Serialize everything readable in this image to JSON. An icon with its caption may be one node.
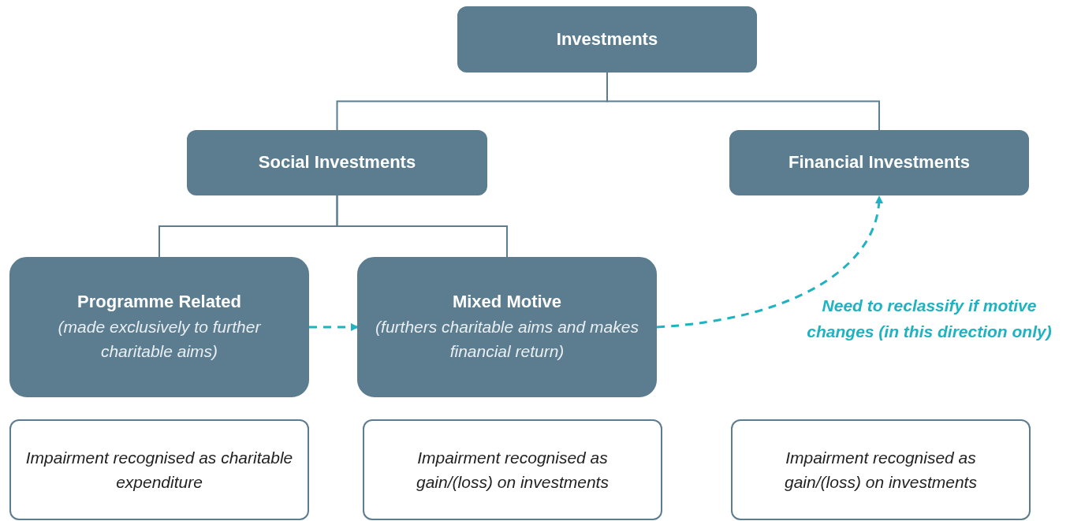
{
  "diagram": {
    "nodes": [
      {
        "text": [
          "Investments"
        ]
      },
      {
        "text": [
          "Social Investments"
        ]
      },
      {
        "text": [
          "Financial Investments"
        ]
      },
      {
        "text": [
          "Programme Related",
          "(made exclusively to further charitable aims)"
        ]
      },
      {
        "text": [
          "Mixed Motive",
          "(furthers charitable aims and makes financial return)"
        ]
      },
      {
        "text": [
          "Impairment recognised as charitable expenditure"
        ]
      },
      {
        "text": [
          "Impairment recognised as gain/(loss) on investments"
        ]
      },
      {
        "text": [
          "Impairment recognised as gain/(loss) on investments"
        ]
      }
    ],
    "edges": [
      {
        "from": 0,
        "to": 1,
        "arrow": "none"
      },
      {
        "from": 0,
        "to": 2,
        "arrow": "none"
      },
      {
        "from": 1,
        "to": 3,
        "arrow": "none"
      },
      {
        "from": 1,
        "to": 4,
        "arrow": "none"
      },
      {
        "from": 3,
        "to": 4,
        "arrow": "to",
        "style": "dashed",
        "color": "#1fb3c2"
      },
      {
        "from": 4,
        "to": 2,
        "arrow": "to",
        "style": "dashed",
        "color": "#1fb3c2",
        "label": "Need to reclassify if motive changes (in this direction only)"
      }
    ]
  }
}
